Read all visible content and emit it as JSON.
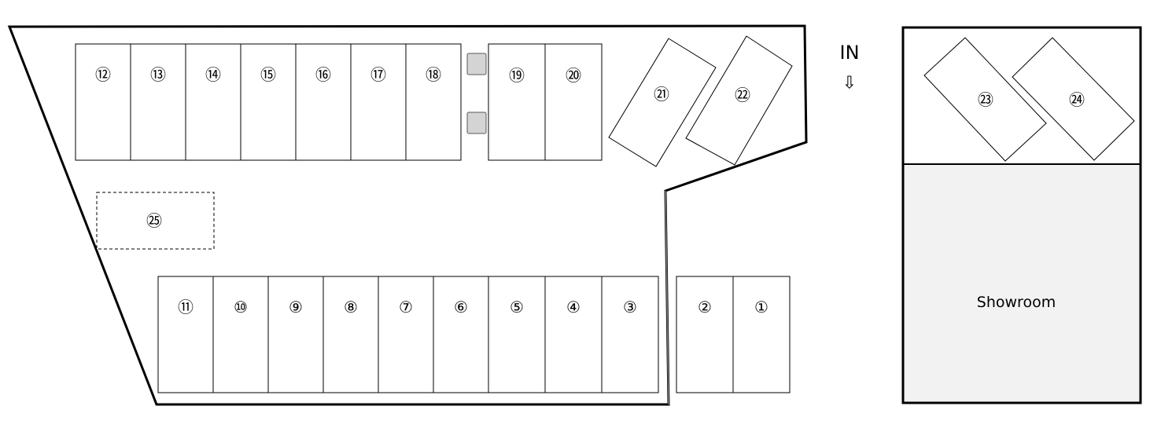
{
  "labels": {
    "entrance": "IN",
    "entrance_arrow": "⇩",
    "showroom": "Showroom"
  },
  "spaces": {
    "s1": "①",
    "s2": "②",
    "s3": "③",
    "s4": "④",
    "s5": "⑤",
    "s6": "⑥",
    "s7": "⑦",
    "s8": "⑧",
    "s9": "⑨",
    "s10": "⑩",
    "s11": "⑪",
    "s12": "⑫",
    "s13": "⑬",
    "s14": "⑭",
    "s15": "⑮",
    "s16": "⑯",
    "s17": "⑰",
    "s18": "⑱",
    "s19": "⑲",
    "s20": "⑳",
    "s21": "㉑",
    "s22": "㉒",
    "s23": "㉓",
    "s24": "㉔",
    "s25": "㉕"
  },
  "colors": {
    "showroom_fill": "#f2f2f2",
    "pillar_fill": "#d4d4d4",
    "line": "#000000"
  }
}
